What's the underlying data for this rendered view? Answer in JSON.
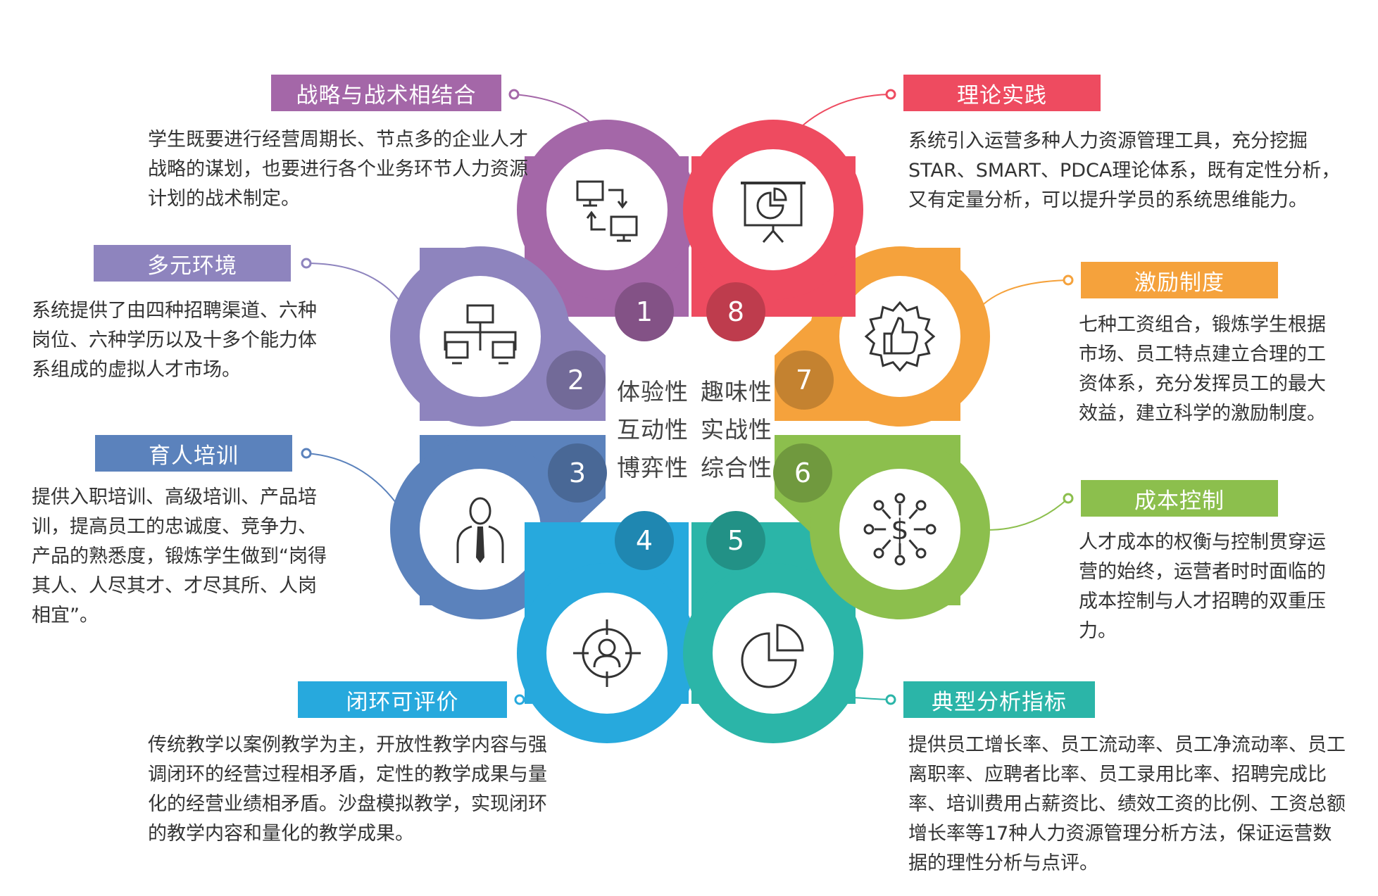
{
  "items": [
    {
      "num": "1",
      "title": "战略与战术相结合",
      "color": "#A467A8",
      "icon": "monitors-exchange-icon",
      "desc": "学生既要进行经营周期长、节点多的企业人才战略的谋划，也要进行各个业务环节人力资源计划的战术制定。"
    },
    {
      "num": "2",
      "title": "多元环境",
      "color": "#8E84BE",
      "icon": "network-monitors-icon",
      "desc": "系统提供了由四种招聘渠道、六种岗位、六种学历以及十多个能力体系组成的虚拟人才市场。"
    },
    {
      "num": "3",
      "title": "育人培训",
      "color": "#5B82BC",
      "icon": "businessman-icon",
      "desc": "提供入职培训、高级培训、产品培训，提高员工的忠诚度、竞争力、产品的熟悉度，锻炼学生做到“岗得其人、人尽其才、才尽其所、人岗相宜”。"
    },
    {
      "num": "4",
      "title": "闭环可评价",
      "color": "#27A9DD",
      "icon": "target-person-icon",
      "desc": "传统教学以案例教学为主，开放性教学内容与强调闭环的经营过程相矛盾，定性的教学成果与量化的经营业绩相矛盾。沙盘模拟教学，实现闭环的教学内容和量化的教学成果。"
    },
    {
      "num": "5",
      "title": "典型分析指标",
      "color": "#2BB5A8",
      "icon": "pie-chart-icon",
      "desc": "提供员工增长率、员工流动率、员工净流动率、员工离职率、应聘者比率、员工录用比率、招聘完成比率、培训费用占薪资比、绩效工资的比例、工资总额增长率等17种人力资源管理分析方法，保证运营数据的理性分析与点评。"
    },
    {
      "num": "6",
      "title": "成本控制",
      "color": "#8CBF4D",
      "icon": "dollar-network-icon",
      "desc": "人才成本的权衡与控制贯穿运营的始终，运营者时时面临的成本控制与人才招聘的双重压力。"
    },
    {
      "num": "7",
      "title": "激励制度",
      "color": "#F5A23C",
      "icon": "thumbs-up-badge-icon",
      "desc": "七种工资组合，锻炼学生根据市场、员工特点建立合理的工资体系，充分发挥员工的最大效益，建立科学的激励制度。"
    },
    {
      "num": "8",
      "title": "理论实践",
      "color": "#EE4B60",
      "icon": "presentation-chart-icon",
      "desc": "系统引入运营多种人力资源管理工具，充分挖掘STAR、SMART、PDCA理论体系，既有定性分析，又有定量分析，可以提升学员的系统思维能力。"
    }
  ],
  "center": {
    "line1_left": "体验性",
    "line1_right": "趣味性",
    "line2_left": "互动性",
    "line2_right": "实战性",
    "line3_left": "博弈性",
    "line3_right": "综合性"
  }
}
